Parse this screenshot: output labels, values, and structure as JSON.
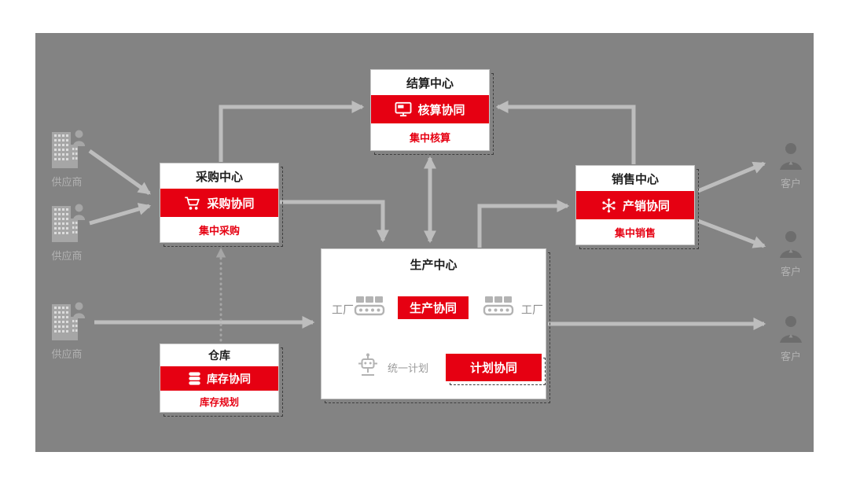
{
  "colors": {
    "accent_red": "#e60012",
    "panel_gray": "#838383",
    "arrow_gray": "#bdbdbd"
  },
  "boxes": {
    "settlement": {
      "title": "结算中心",
      "collab": "核算协同",
      "sub": "集中核算"
    },
    "procurement": {
      "title": "采购中心",
      "collab": "采购协同",
      "sub": "集中采购"
    },
    "sales": {
      "title": "销售中心",
      "collab": "产销协同",
      "sub": "集中销售"
    },
    "warehouse": {
      "title": "仓库",
      "collab": "库存协同",
      "sub": "库存规划"
    },
    "production": {
      "title": "生产中心",
      "factory_left_label": "工厂",
      "factory_right_label": "工厂",
      "production_collab": "生产协同",
      "unified_plan_label": "统一计划",
      "plan_collab": "计划协同"
    }
  },
  "actors": {
    "suppliers": [
      {
        "label": "供应商"
      },
      {
        "label": "供应商"
      },
      {
        "label": "供应商"
      }
    ],
    "customers": [
      {
        "label": "客户"
      },
      {
        "label": "客户"
      },
      {
        "label": "客户"
      }
    ]
  }
}
